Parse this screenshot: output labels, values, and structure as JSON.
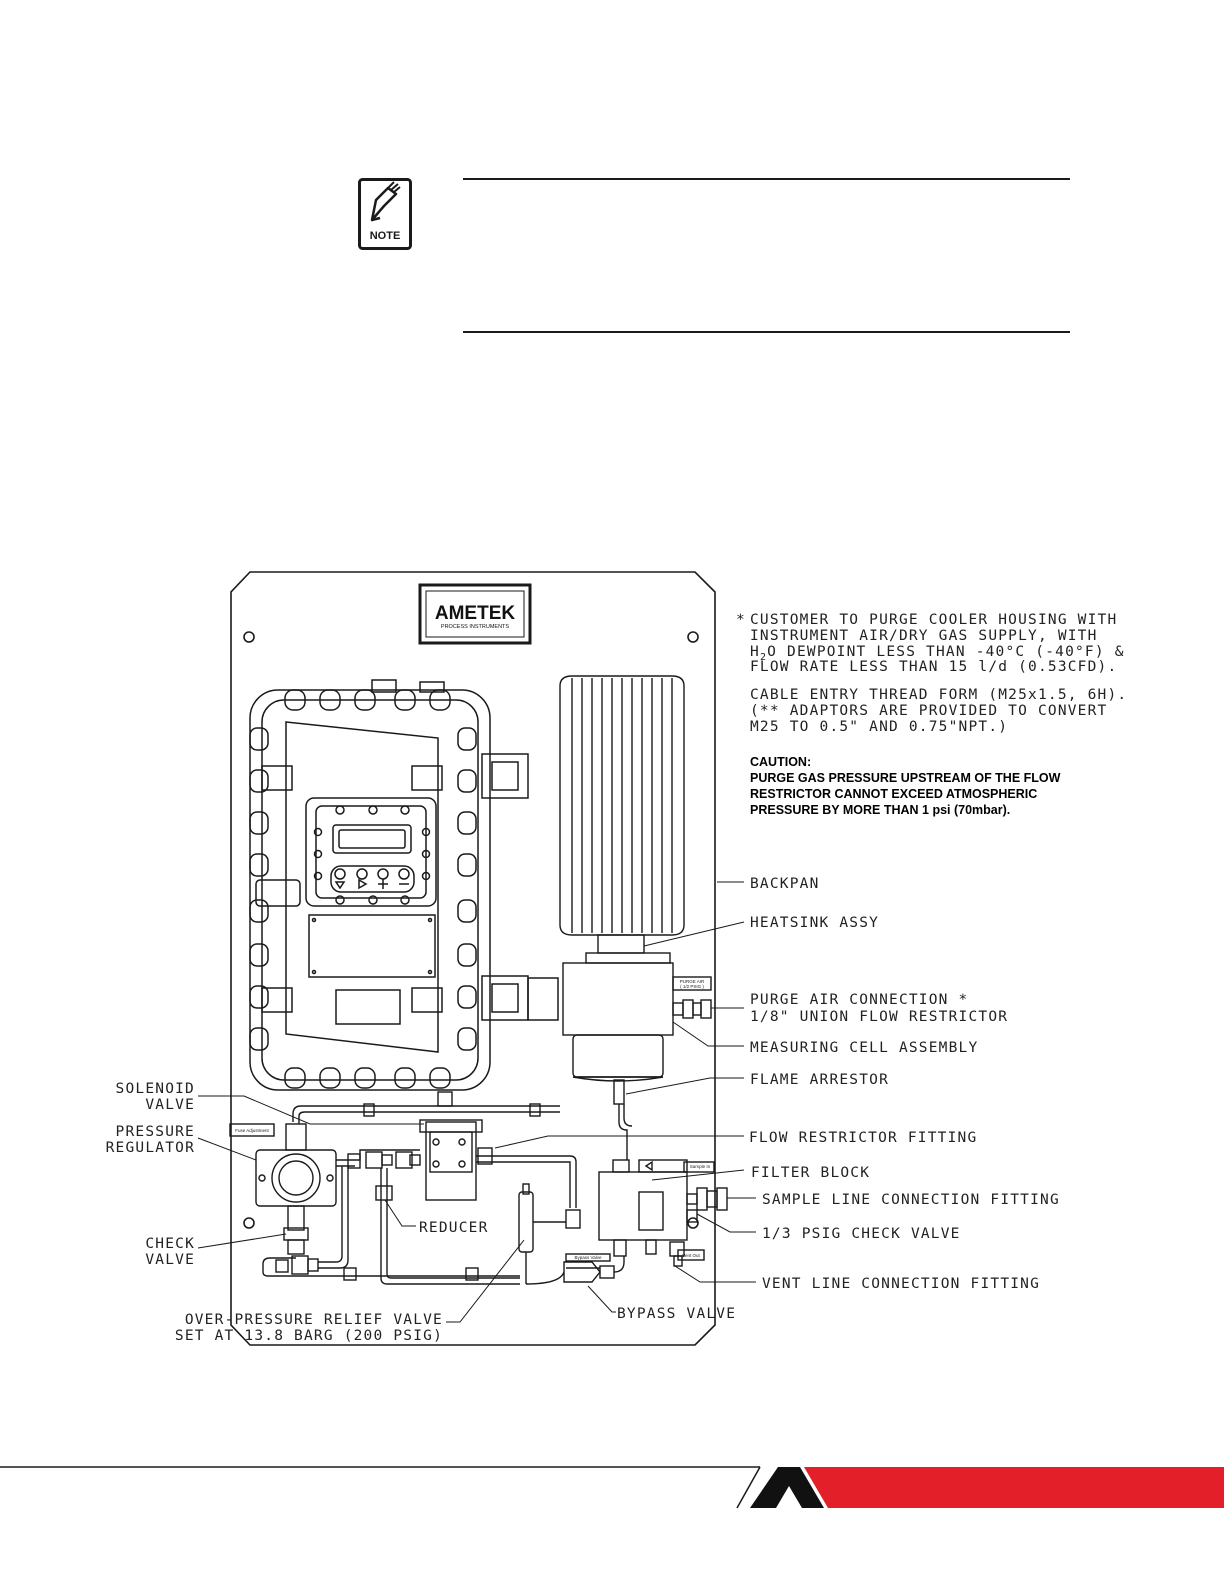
{
  "note": {
    "icon_text": "NOTE"
  },
  "logo": {
    "brand": "AMETEK",
    "sub": "PROCESS INSTRUMENTS"
  },
  "notes_block": {
    "purge_line1": "CUSTOMER TO PURGE COOLER HOUSING WITH",
    "purge_line2": "INSTRUMENT AIR/DRY GAS SUPPLY, WITH",
    "purge_line3_a": "H",
    "purge_line3_sub": "2",
    "purge_line3_b": "O DEWPOINT LESS THAN -40°C (-40°F) &",
    "purge_line4": "FLOW RATE LESS THAN 15 l/d (0.53CFD).",
    "cable_line1": "CABLE ENTRY THREAD FORM (M25x1.5, 6H).",
    "cable_line2": "(** ADAPTORS ARE PROVIDED TO CONVERT",
    "cable_line3": "M25 TO 0.5\" AND 0.75\"NPT.)",
    "asterisk": "*"
  },
  "caution": {
    "title": "CAUTION:",
    "line1": "PURGE GAS PRESSURE UPSTREAM OF THE FLOW",
    "line2": "RESTRICTOR CANNOT EXCEED ATMOSPHERIC",
    "line3": "PRESSURE BY MORE THAN 1 psi (70mbar)."
  },
  "callouts": {
    "backpan": "BACKPAN",
    "heatsink": "HEATSINK ASSY",
    "purge_air_1": "PURGE AIR CONNECTION *",
    "purge_air_2": "1/8\" UNION FLOW RESTRICTOR",
    "measuring_cell": "MEASURING CELL ASSEMBLY",
    "flame_arrestor": "FLAME ARRESTOR",
    "flow_restrictor": "FLOW RESTRICTOR FITTING",
    "filter_block": "FILTER BLOCK",
    "sample_line": "SAMPLE LINE CONNECTION FITTING",
    "check_valve_psig": "1/3 PSIG CHECK VALVE",
    "vent_line": "VENT LINE CONNECTION FITTING",
    "bypass_valve": "BYPASS VALVE",
    "reducer": "REDUCER",
    "over_pressure_1": "OVER-PRESSURE RELIEF VALVE",
    "over_pressure_2": "SET AT 13.8 BARG (200 PSIG)",
    "solenoid_1": "SOLENOID",
    "solenoid_2": "VALVE",
    "pressure_1": "PRESSURE",
    "pressure_2": "REGULATOR",
    "check_1": "CHECK",
    "check_2": "VALVE"
  },
  "small_tags": {
    "purge_tag_1": "PURGE AIR",
    "purge_tag_2": "( 1/2 PSIG )",
    "sample_in": "Sample In",
    "bypass_tag": "Bypass Valve",
    "vent_out": "Vent Out",
    "fuse_tag": "Fuse Adjustment"
  },
  "colors": {
    "footer_red": "#e3202a",
    "footer_black": "#111111",
    "line": "#1a1a1a"
  }
}
